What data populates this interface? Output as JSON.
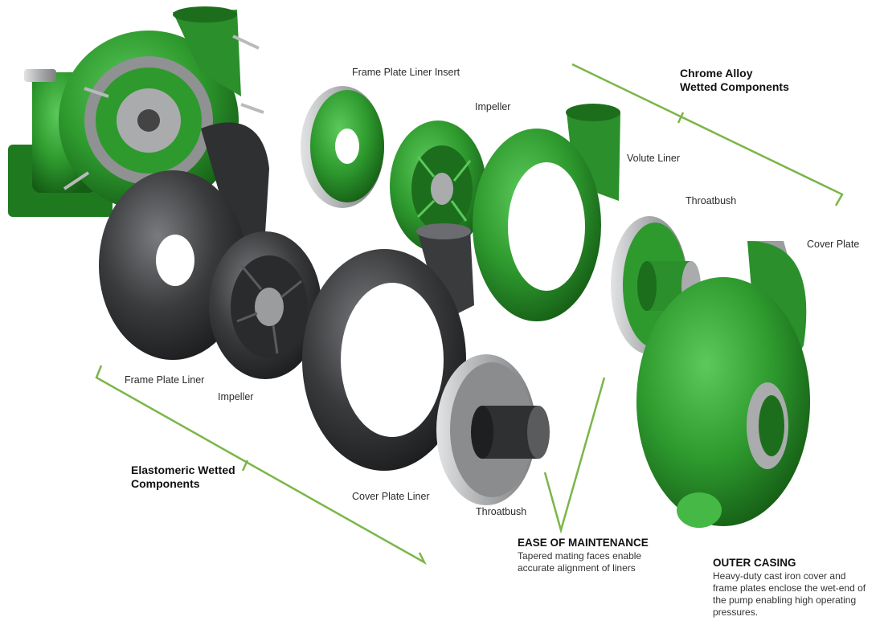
{
  "labels": {
    "frame_plate_liner_insert": "Frame Plate Liner Insert",
    "impeller_top": "Impeller",
    "volute_liner": "Volute Liner",
    "throatbush_top": "Throatbush",
    "cover_plate": "Cover Plate",
    "frame_plate_liner": "Frame Plate Liner",
    "impeller_bottom": "Impeller",
    "cover_plate_liner": "Cover Plate Liner",
    "throatbush_bottom": "Throatbush"
  },
  "groups": {
    "chrome_alloy": [
      "Chrome Alloy",
      "Wetted Components"
    ],
    "elastomeric": [
      "Elastomeric Wetted",
      "Components"
    ]
  },
  "callouts": {
    "ease": {
      "title": "EASE OF MAINTENANCE",
      "lines": [
        "Tapered mating faces enable",
        "accurate alignment of liners"
      ]
    },
    "outer": {
      "title": "OUTER CASING",
      "lines": [
        "Heavy-duty cast iron cover and",
        "frame plates enclose the wet-end of",
        "the pump enabling high operating",
        "pressures."
      ]
    }
  },
  "colors": {
    "chrome_green": "#2e9a2e",
    "chrome_green_dark": "#1c6e1c",
    "elastomer": "#3a3b3d",
    "elastomer_light": "#6b6c6f",
    "steel": "#a9abad",
    "bracket": "#7ab648"
  }
}
